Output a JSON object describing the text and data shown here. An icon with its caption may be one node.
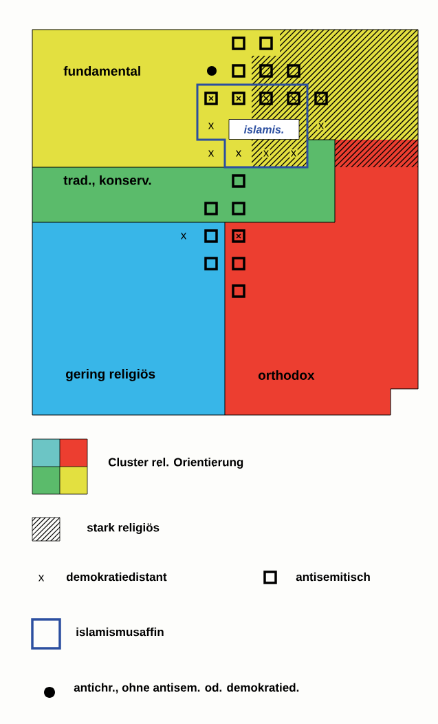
{
  "diagram": {
    "nodes": [
      {
        "text": [
          "fundamental"
        ]
      },
      {
        "text": [
          "trad., konserv."
        ]
      },
      {
        "text": [
          "gering religiös"
        ]
      },
      {
        "text": [
          "orthodox"
        ]
      },
      {
        "text": [
          "islamis."
        ],
        "in": 0
      }
    ],
    "edges": [],
    "labels": [
      "x",
      "x",
      "x",
      "x",
      "x",
      "x",
      "x",
      "x"
    ],
    "legend": [
      {
        "text": "Cluster rel. Orientierung"
      },
      {
        "text": "stark religiös"
      },
      {
        "text": "demokratiedistant"
      },
      {
        "text": "antisemitisch"
      },
      {
        "text": "islamismusaffin"
      },
      {
        "text": "antichr., ohne antisem. od. demokratied."
      }
    ]
  }
}
